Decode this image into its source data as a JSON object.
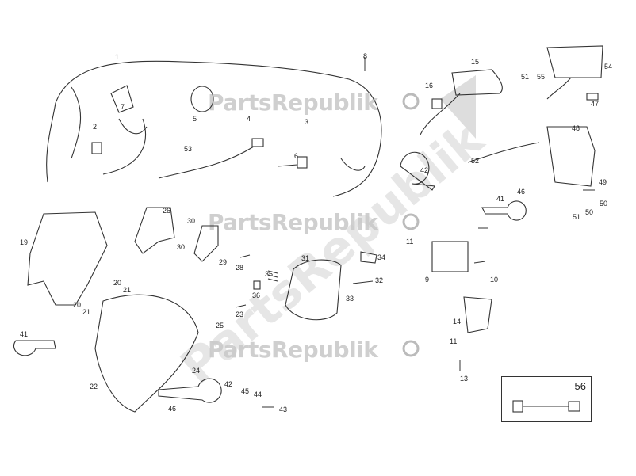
{
  "watermark": {
    "text": "PartsRepublik"
  },
  "callouts": [
    "1",
    "2",
    "3",
    "4",
    "5",
    "6",
    "7",
    "8",
    "9",
    "10",
    "11",
    "13",
    "14",
    "15",
    "16",
    "19",
    "20",
    "21",
    "22",
    "23",
    "24",
    "25",
    "26",
    "28",
    "29",
    "30",
    "31",
    "32",
    "33",
    "34",
    "35",
    "36",
    "41",
    "42",
    "43",
    "44",
    "45",
    "46",
    "47",
    "48",
    "49",
    "50",
    "51",
    "52",
    "53",
    "54",
    "55",
    "56"
  ],
  "labels": {
    "l1": "1",
    "l2": "2",
    "l3": "3",
    "l4": "4",
    "l5": "5",
    "l6": "6",
    "l7": "7",
    "l8": "8",
    "l9": "9",
    "l10": "10",
    "l11a": "11",
    "l11b": "11",
    "l13": "13",
    "l14": "14",
    "l15": "15",
    "l16": "16",
    "l19": "19",
    "l20a": "20",
    "l20b": "20",
    "l21a": "21",
    "l21b": "21",
    "l22": "22",
    "l23": "23",
    "l24": "24",
    "l25": "25",
    "l26": "26",
    "l28": "28",
    "l29": "29",
    "l30a": "30",
    "l30b": "30",
    "l31": "31",
    "l32": "32",
    "l33": "33",
    "l34": "34",
    "l35": "35",
    "l36": "36",
    "l41a": "41",
    "l41b": "41",
    "l42a": "42",
    "l42b": "42",
    "l43": "43",
    "l44": "44",
    "l45": "45",
    "l46a": "46",
    "l46b": "46",
    "l47": "47",
    "l48": "48",
    "l49": "49",
    "l50a": "50",
    "l50b": "50",
    "l51a": "51",
    "l51b": "51",
    "l52": "52",
    "l53": "53",
    "l54": "54",
    "l55": "55",
    "l56": "56"
  }
}
